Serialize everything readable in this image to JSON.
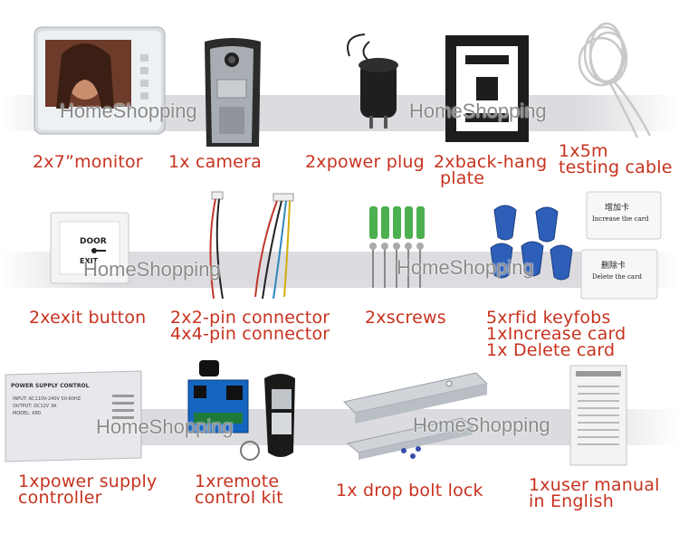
{
  "watermark": "HomeShopping",
  "colors": {
    "label": "#c8321e",
    "watermark": "#8a8a8a"
  },
  "items": {
    "monitor": "2x7”monitor",
    "camera": "1x camera",
    "power_plug": "2xpower plug",
    "back_hang_l1": "2xback-hang",
    "back_hang_l2": "plate",
    "cable_l1": "1x5m",
    "cable_l2": "testing cable",
    "exit_button": "2xexit button",
    "connector_l1": "2x2-pin connector",
    "connector_l2": "4x4-pin connector",
    "screws": "2xscrews",
    "rfid_l1": "5xrfid keyfobs",
    "rfid_l2": "1xIncrease card",
    "rfid_l3": "1x Delete card",
    "psu_l1": "1xpower supply",
    "psu_l2": "controller",
    "remote_l1": "1xremote",
    "remote_l2": "control kit",
    "bolt": "1x drop bolt lock",
    "manual_l1": "1xuser manual",
    "manual_l2": "in English"
  },
  "product_text": {
    "door": "DOOR",
    "exit": "EXIT",
    "psu_title": "POWER SUPPLY CONTROL",
    "psu_input": "INPUT: AC110V-240V 50-60HZ",
    "psu_output": "OUTPUT: DC12V 3A",
    "psu_model": "MODEL: K80",
    "card_increase_cn": "增加卡",
    "card_increase_en": "Increase the card",
    "card_delete_cn": "删除卡",
    "card_delete_en": "Delete the card"
  }
}
